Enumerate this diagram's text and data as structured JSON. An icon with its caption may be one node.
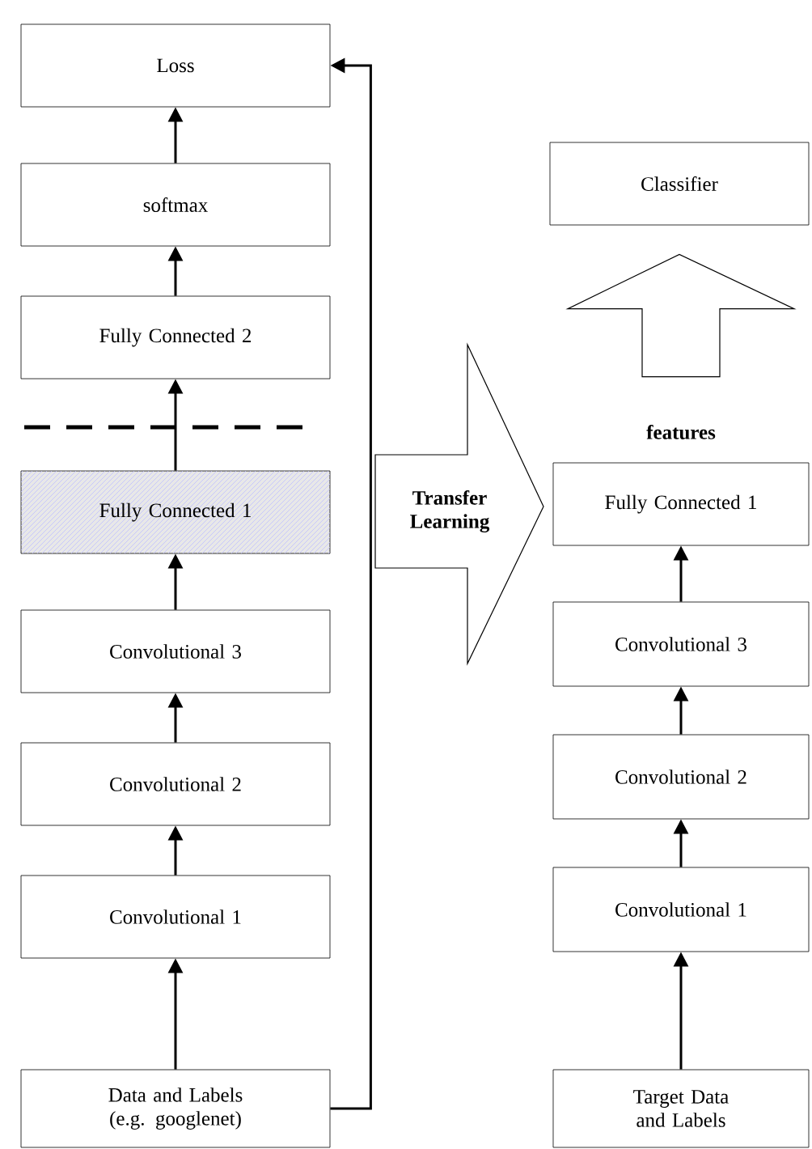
{
  "diagram": {
    "nodes": [
      {
        "text": [
          "Loss"
        ]
      },
      {
        "text": [
          "softmax"
        ]
      },
      {
        "text": [
          "Fully Connected 2"
        ]
      },
      {
        "text": [
          "Fully Connected 1"
        ]
      },
      {
        "text": [
          "Convolutional 3"
        ]
      },
      {
        "text": [
          "Convolutional 2"
        ]
      },
      {
        "text": [
          "Convolutional 1"
        ]
      },
      {
        "text": [
          "Data and Labels (e.g. googlenet)"
        ]
      },
      {
        "text": [
          "Transfer Learning"
        ]
      },
      {
        "text": [
          "Classifier"
        ]
      },
      {
        "text": [
          "Fully Connected 1"
        ],
        "beside": [
          "features"
        ]
      },
      {
        "text": [
          "Convolutional 3"
        ]
      },
      {
        "text": [
          "Convolutional 2"
        ]
      },
      {
        "text": [
          "Convolutional 1"
        ]
      },
      {
        "text": [
          "Target Data and Labels"
        ]
      }
    ],
    "edges": [
      {
        "from": 7,
        "to": 6,
        "arrow": "to"
      },
      {
        "from": 6,
        "to": 5,
        "arrow": "to"
      },
      {
        "from": 5,
        "to": 4,
        "arrow": "to"
      },
      {
        "from": 4,
        "to": 3,
        "arrow": "to"
      },
      {
        "from": 3,
        "to": 2,
        "arrow": "to"
      },
      {
        "from": 2,
        "to": 1,
        "arrow": "to"
      },
      {
        "from": 1,
        "to": 0,
        "arrow": "to"
      },
      {
        "from": 7,
        "to": 0,
        "arrow": "to"
      },
      {
        "from": 14,
        "to": 13,
        "arrow": "to"
      },
      {
        "from": 13,
        "to": 12,
        "arrow": "to"
      },
      {
        "from": 12,
        "to": 11,
        "arrow": "to"
      },
      {
        "from": 11,
        "to": 10,
        "arrow": "to"
      },
      {
        "from": 10,
        "to": 9,
        "arrow": "to",
        "style": "thick"
      }
    ]
  }
}
